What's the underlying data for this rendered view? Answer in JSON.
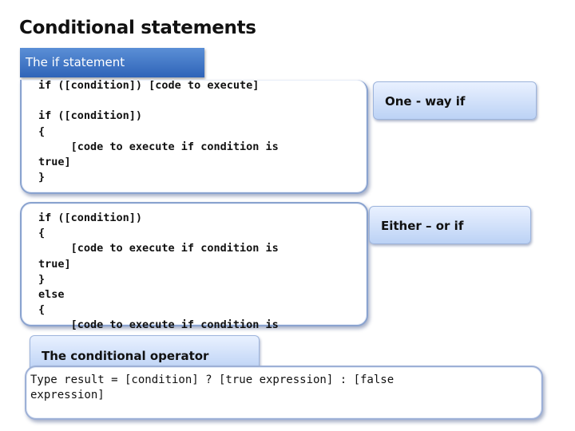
{
  "title": "Conditional statements",
  "section_tab": "The if statement",
  "one_way": {
    "label": "One - way if",
    "code": "if ([condition]) [code to execute]\n\nif ([condition])\n{\n     [code to execute if condition is\ntrue]\n}"
  },
  "either_or": {
    "label": "Either – or if",
    "code": "if ([condition])\n{\n     [code to execute if condition is\ntrue]\n}\nelse\n{\n     [code to execute if condition is"
  },
  "conditional_operator": {
    "label": "The conditional operator",
    "code": "Type result = [condition] ? [true expression] : [false\nexpression]"
  },
  "colors": {
    "tab_blue": "#2f64b8",
    "box_border": "#8aa3cf",
    "pill_fill": "#bcd2f5"
  }
}
